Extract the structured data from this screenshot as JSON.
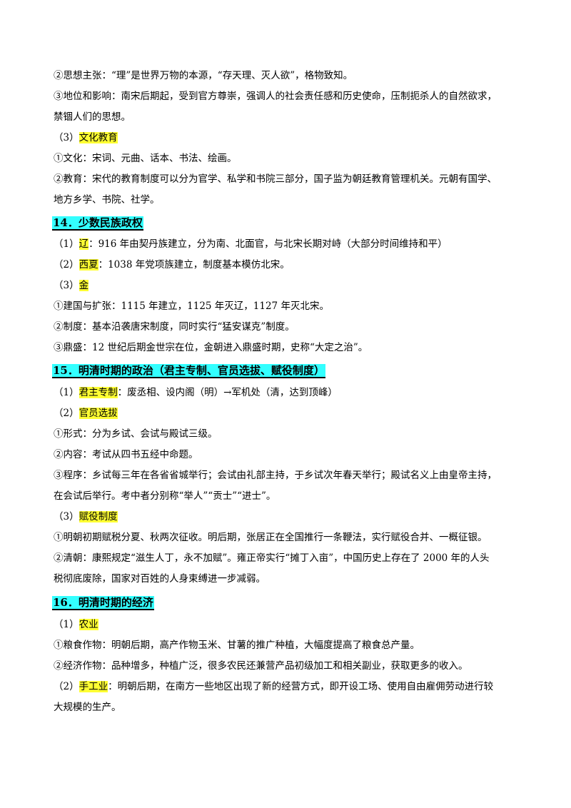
{
  "lines": [
    {
      "pre": "",
      "hl": "",
      "post": "②思想主张：“理”是世界万物的本源，“存天理、灭人欲”，格物致知。"
    },
    {
      "pre": "",
      "hl": "",
      "post": "③地位和影响：南宋后期起，受到官方尊崇，强调人的社会责任感和历史使命，压制扼杀人的自然欲求，"
    },
    {
      "pre": "",
      "hl": "",
      "post": "禁锢人们的思想。"
    },
    {
      "pre": "（3）",
      "hl": "文化教育",
      "post": ""
    },
    {
      "pre": "",
      "hl": "",
      "post": "①文化：宋词、元曲、话本、书法、绘画。"
    },
    {
      "pre": "",
      "hl": "",
      "post": "②教育：宋代的教育制度可以分为官学、私学和书院三部分，国子监为朝廷教育管理机关。元朝有国学、"
    },
    {
      "pre": "",
      "hl": "",
      "post": "地方乡学、书院、社学。"
    },
    {
      "heading": "14．少数民族政权"
    },
    {
      "pre": "（1）",
      "hl": "辽",
      "post": "：916 年由契丹族建立，分为南、北面官，与北宋长期对峙（大部分时间维持和平）"
    },
    {
      "pre": "（2）",
      "hl": "西夏",
      "post": "：1038 年党项族建立，制度基本模仿北宋。"
    },
    {
      "pre": "（3）",
      "hl": "金",
      "post": ""
    },
    {
      "pre": "",
      "hl": "",
      "post": "①建国与扩张：1115 年建立，1125 年灭辽，1127 年灭北宋。"
    },
    {
      "pre": "",
      "hl": "",
      "post": "②制度：基本沿袭唐宋制度，同时实行“猛安谋克”制度。"
    },
    {
      "pre": "",
      "hl": "",
      "post": "③鼎盛：12 世纪后期金世宗在位，金朝进入鼎盛时期，史称“大定之治”。"
    },
    {
      "heading": "15．明清时期的政治（君主专制、官员选拔、赋役制度）"
    },
    {
      "pre": "（1）",
      "hl": "君主专制",
      "post": "：废丞相、设内阁（明）→军机处（清，达到顶峰）"
    },
    {
      "pre": "（2）",
      "hl": "官员选拔",
      "post": ""
    },
    {
      "pre": "",
      "hl": "",
      "post": "①形式：分为乡试、会试与殿试三级。"
    },
    {
      "pre": "",
      "hl": "",
      "post": "②内容：考试从四书五经中命题。"
    },
    {
      "pre": "",
      "hl": "",
      "post": "③程序：乡试每三年在各省省城举行；会试由礼部主持，于乡试次年春天举行；殿试名义上由皇帝主持，"
    },
    {
      "pre": "",
      "hl": "",
      "post": "在会试后举行。考中者分别称“举人”“贡士”“进士”。"
    },
    {
      "pre": "（3）",
      "hl": "赋役制度",
      "post": ""
    },
    {
      "pre": "",
      "hl": "",
      "post": "①明朝初期赋税分夏、秋两次征收。明后期，张居正在全国推行一条鞭法，实行赋役合并、一概征银。"
    },
    {
      "pre": "",
      "hl": "",
      "post": "②清朝：康熙规定“滋生人丁，永不加赋”。雍正帝实行“摊丁入亩”，中国历史上存在了 2000 年的人头"
    },
    {
      "pre": "",
      "hl": "",
      "post": "税彻底废除，国家对百姓的人身束缚进一步减弱。"
    },
    {
      "heading": "16．明清时期的经济"
    },
    {
      "pre": "（1）",
      "hl": "农业",
      "post": ""
    },
    {
      "pre": "",
      "hl": "",
      "post": "①粮食作物：明朝后期，高产作物玉米、甘薯的推广种植，大幅度提高了粮食总产量。"
    },
    {
      "pre": "",
      "hl": "",
      "post": "②经济作物：品种增多，种植广泛，很多农民还兼营产品初级加工和相关副业，获取更多的收入。"
    },
    {
      "pre": "（2）",
      "hl": "手工业",
      "post": "：明朝后期，在南方一些地区出现了新的经营方式，即开设工场、使用自由雇佣劳动进行较"
    },
    {
      "pre": "",
      "hl": "",
      "post": "大规模的生产。"
    }
  ]
}
